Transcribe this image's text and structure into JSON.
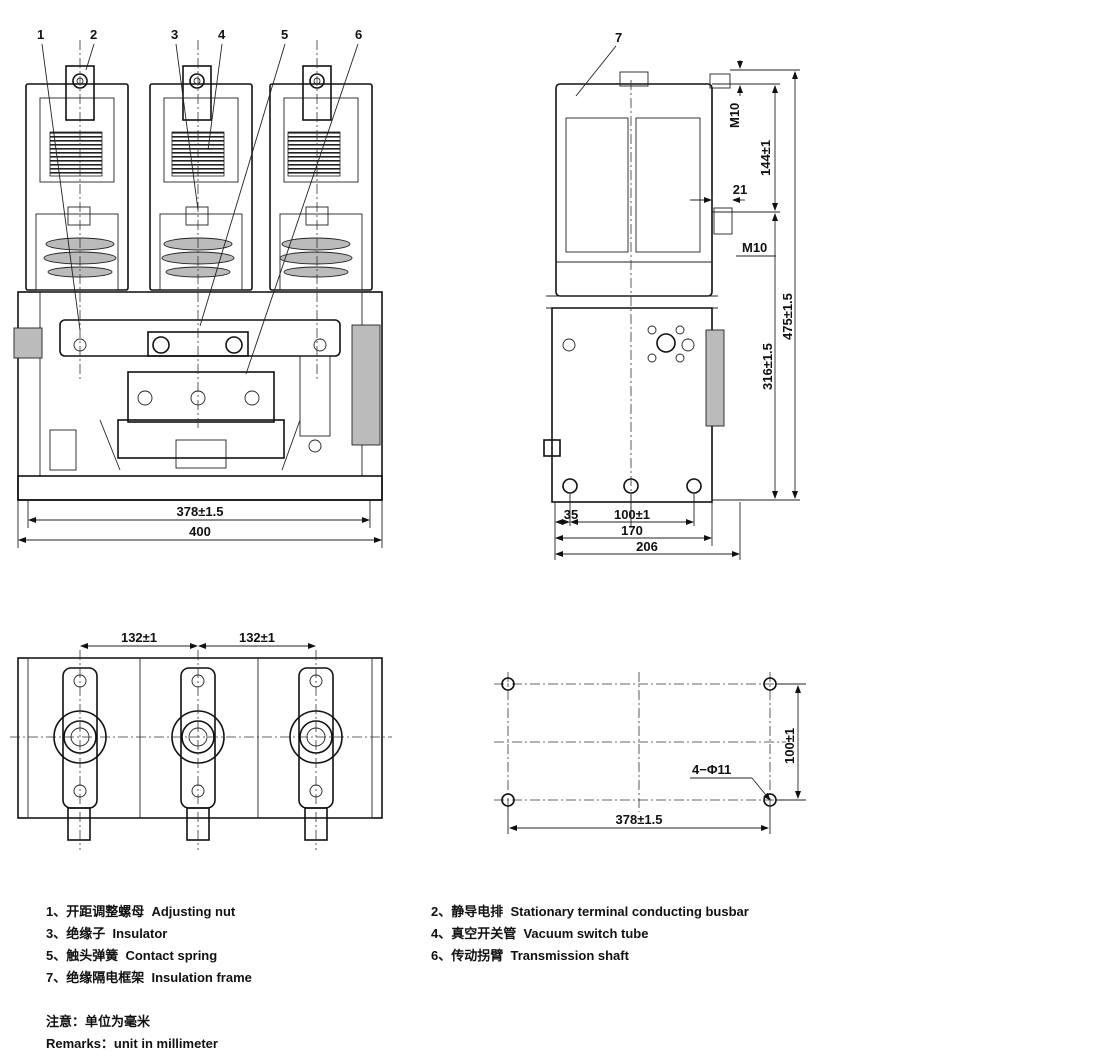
{
  "labels": [
    "1",
    "2",
    "3",
    "4",
    "5",
    "6",
    "7"
  ],
  "dimensions": {
    "front_width_inner": "378±1.5",
    "front_width_total": "400",
    "side_top_bolt": "M10",
    "side_top_height": "144±1",
    "side_bolt_offset": "21",
    "side_mid_bolt": "M10",
    "side_total_height": "475±1.5",
    "side_lower_height": "316±1.5",
    "side_bottom_offset": "35",
    "side_bottom_spacing": "100±1",
    "side_width_170": "170",
    "side_width_206": "206",
    "top_spacing_left": "132±1",
    "top_spacing_right": "132±1",
    "mount_height": "100±1",
    "mount_holes": "4−Φ11",
    "mount_width": "378±1.5"
  },
  "legend": [
    {
      "cn": "1、开距调整螺母",
      "en": "Adjusting nut"
    },
    {
      "cn": "2、静导电排",
      "en": "Stationary terminal conducting busbar"
    },
    {
      "cn": "3、绝缘子",
      "en": "Insulator"
    },
    {
      "cn": "4、真空开关管",
      "en": "Vacuum switch tube"
    },
    {
      "cn": "5、触头弹簧",
      "en": "Contact spring"
    },
    {
      "cn": "6、传动拐臂",
      "en": "Transmission shaft"
    },
    {
      "cn": "7、绝缘隔电框架",
      "en": "Insulation frame"
    }
  ],
  "remarks": {
    "cn": "注意：单位为毫米",
    "en": "Remarks：unit in millimeter"
  }
}
